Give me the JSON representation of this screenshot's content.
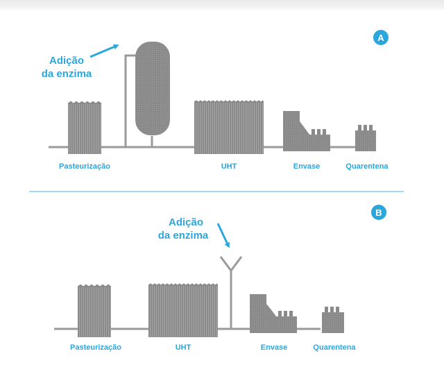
{
  "colors": {
    "accent": "#2aa7dc",
    "equipment": "#8a8a8a",
    "pipe": "#9a9a9a",
    "divider": "#6cc3e8"
  },
  "panel_a": {
    "badge": "A",
    "enzyme_label_line1": "Adição",
    "enzyme_label_line2": "da enzima",
    "labels": {
      "pasteurization": "Pasteurização",
      "uht": "UHT",
      "envase": "Envase",
      "quarentena": "Quarentena"
    }
  },
  "panel_b": {
    "badge": "B",
    "enzyme_label_line1": "Adição",
    "enzyme_label_line2": "da enzima",
    "labels": {
      "pasteurization": "Pasteurização",
      "uht": "UHT",
      "envase": "Envase",
      "quarentena": "Quarentena"
    }
  }
}
